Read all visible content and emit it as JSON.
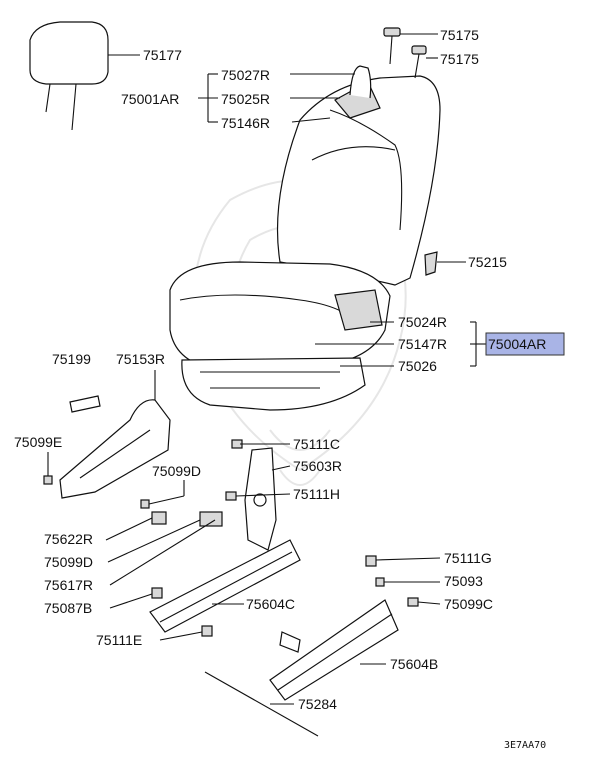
{
  "diagram": {
    "highlight_color": "#a9b4e6",
    "labels": {
      "p75175a": "75175",
      "p75175b": "75175",
      "p75177": "75177",
      "p75027r": "75027R",
      "p75001ar": "75001AR",
      "p75025r": "75025R",
      "p75146r": "75146R",
      "p75215": "75215",
      "p75024r": "75024R",
      "p75147r": "75147R",
      "p75004ar": "75004AR",
      "p75026": "75026",
      "p75199": "75199",
      "p75153r": "75153R",
      "p75099e": "75099E",
      "p75111c": "75111C",
      "p75603r": "75603R",
      "p75099d_top": "75099D",
      "p75111h": "75111H",
      "p75622r": "75622R",
      "p75099d": "75099D",
      "p75617r": "75617R",
      "p75087b": "75087B",
      "p75604c": "75604C",
      "p75111g": "75111G",
      "p75093": "75093",
      "p75099c": "75099C",
      "p75111e": "75111E",
      "p75604b": "75604B",
      "p75284": "75284"
    },
    "figure_code": "3E7AA70"
  }
}
